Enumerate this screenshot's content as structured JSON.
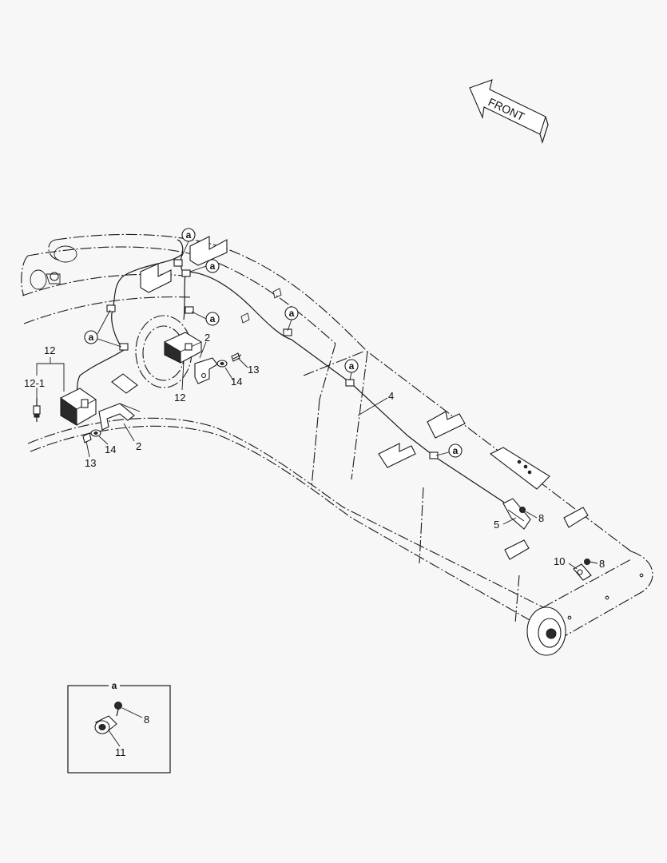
{
  "front_arrow": {
    "label": "FRONT"
  },
  "callouts": {
    "marker": "a",
    "n2_top": "2",
    "n2_bottom": "2",
    "n4": "4",
    "n5": "5",
    "n8_mid": "8",
    "n8_right": "8",
    "n10": "10",
    "n12_top": "12",
    "n12_sub": "12-1",
    "n12_mid": "12",
    "n13_right": "13",
    "n13_left": "13",
    "n14_right": "14",
    "n14_left": "14"
  },
  "detail_box": {
    "title": "a",
    "n8": "8",
    "n11": "11"
  }
}
